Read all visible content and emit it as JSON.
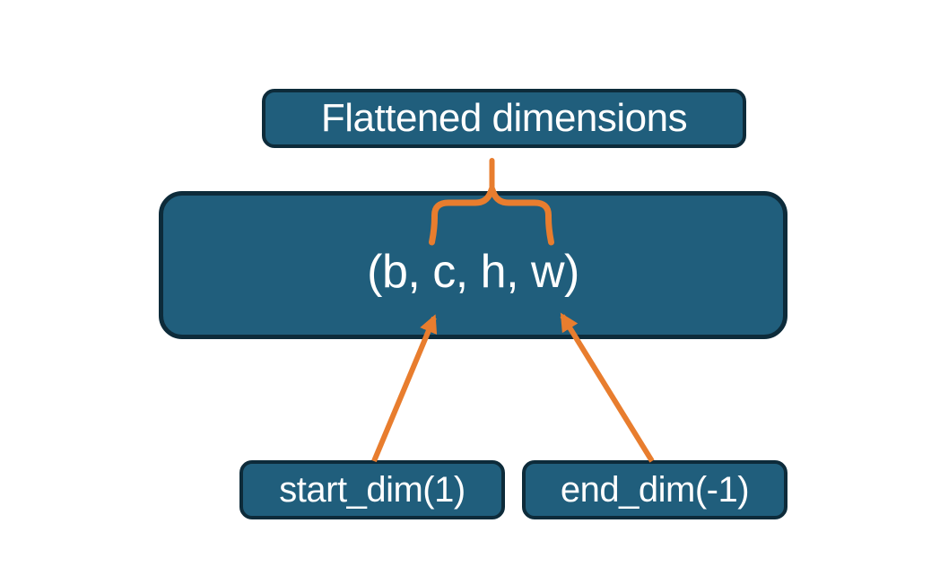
{
  "diagram": {
    "nodes": {
      "flattened": {
        "label": "Flattened dimensions"
      },
      "tensor": {
        "label": "(b, c, h, w)"
      },
      "start_dim": {
        "label": "start_dim(1)"
      },
      "end_dim": {
        "label": "end_dim(-1)"
      }
    },
    "colors": {
      "node_fill": "#205E7C",
      "node_border": "#0D2B3A",
      "accent": "#E87D2E",
      "text": "#FFFFFF",
      "background": "#FFFFFF"
    }
  }
}
